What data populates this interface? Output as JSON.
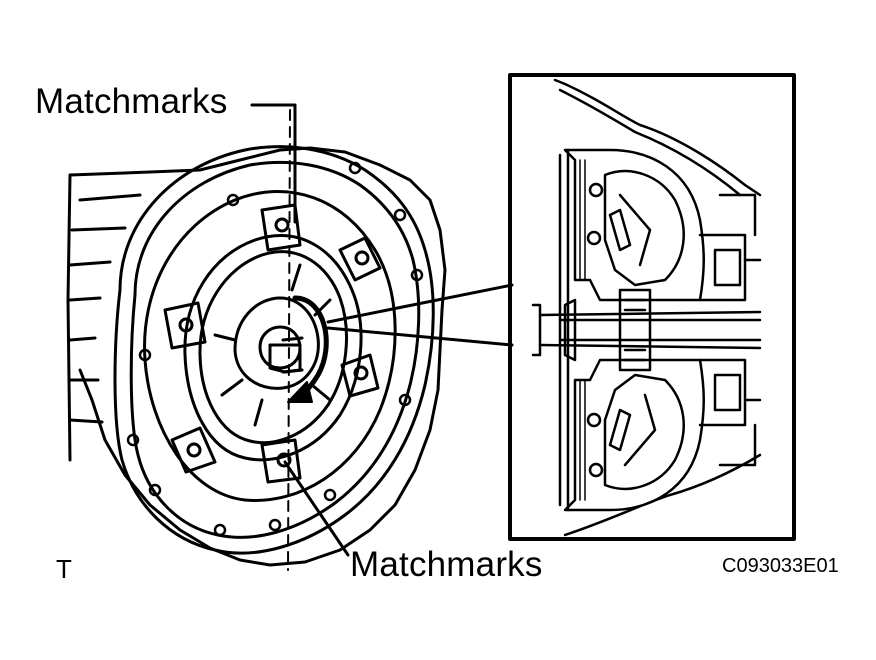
{
  "labels": {
    "matchmarks_top": "Matchmarks",
    "matchmarks_bottom": "Matchmarks",
    "view_code": "T",
    "figure_code": "C093033E01"
  },
  "colors": {
    "line": "#000000",
    "background": "#ffffff"
  },
  "icons": {
    "rotation_direction": "curved-arrow-icon",
    "matchmark_boss": "bolt-boss-icon"
  }
}
